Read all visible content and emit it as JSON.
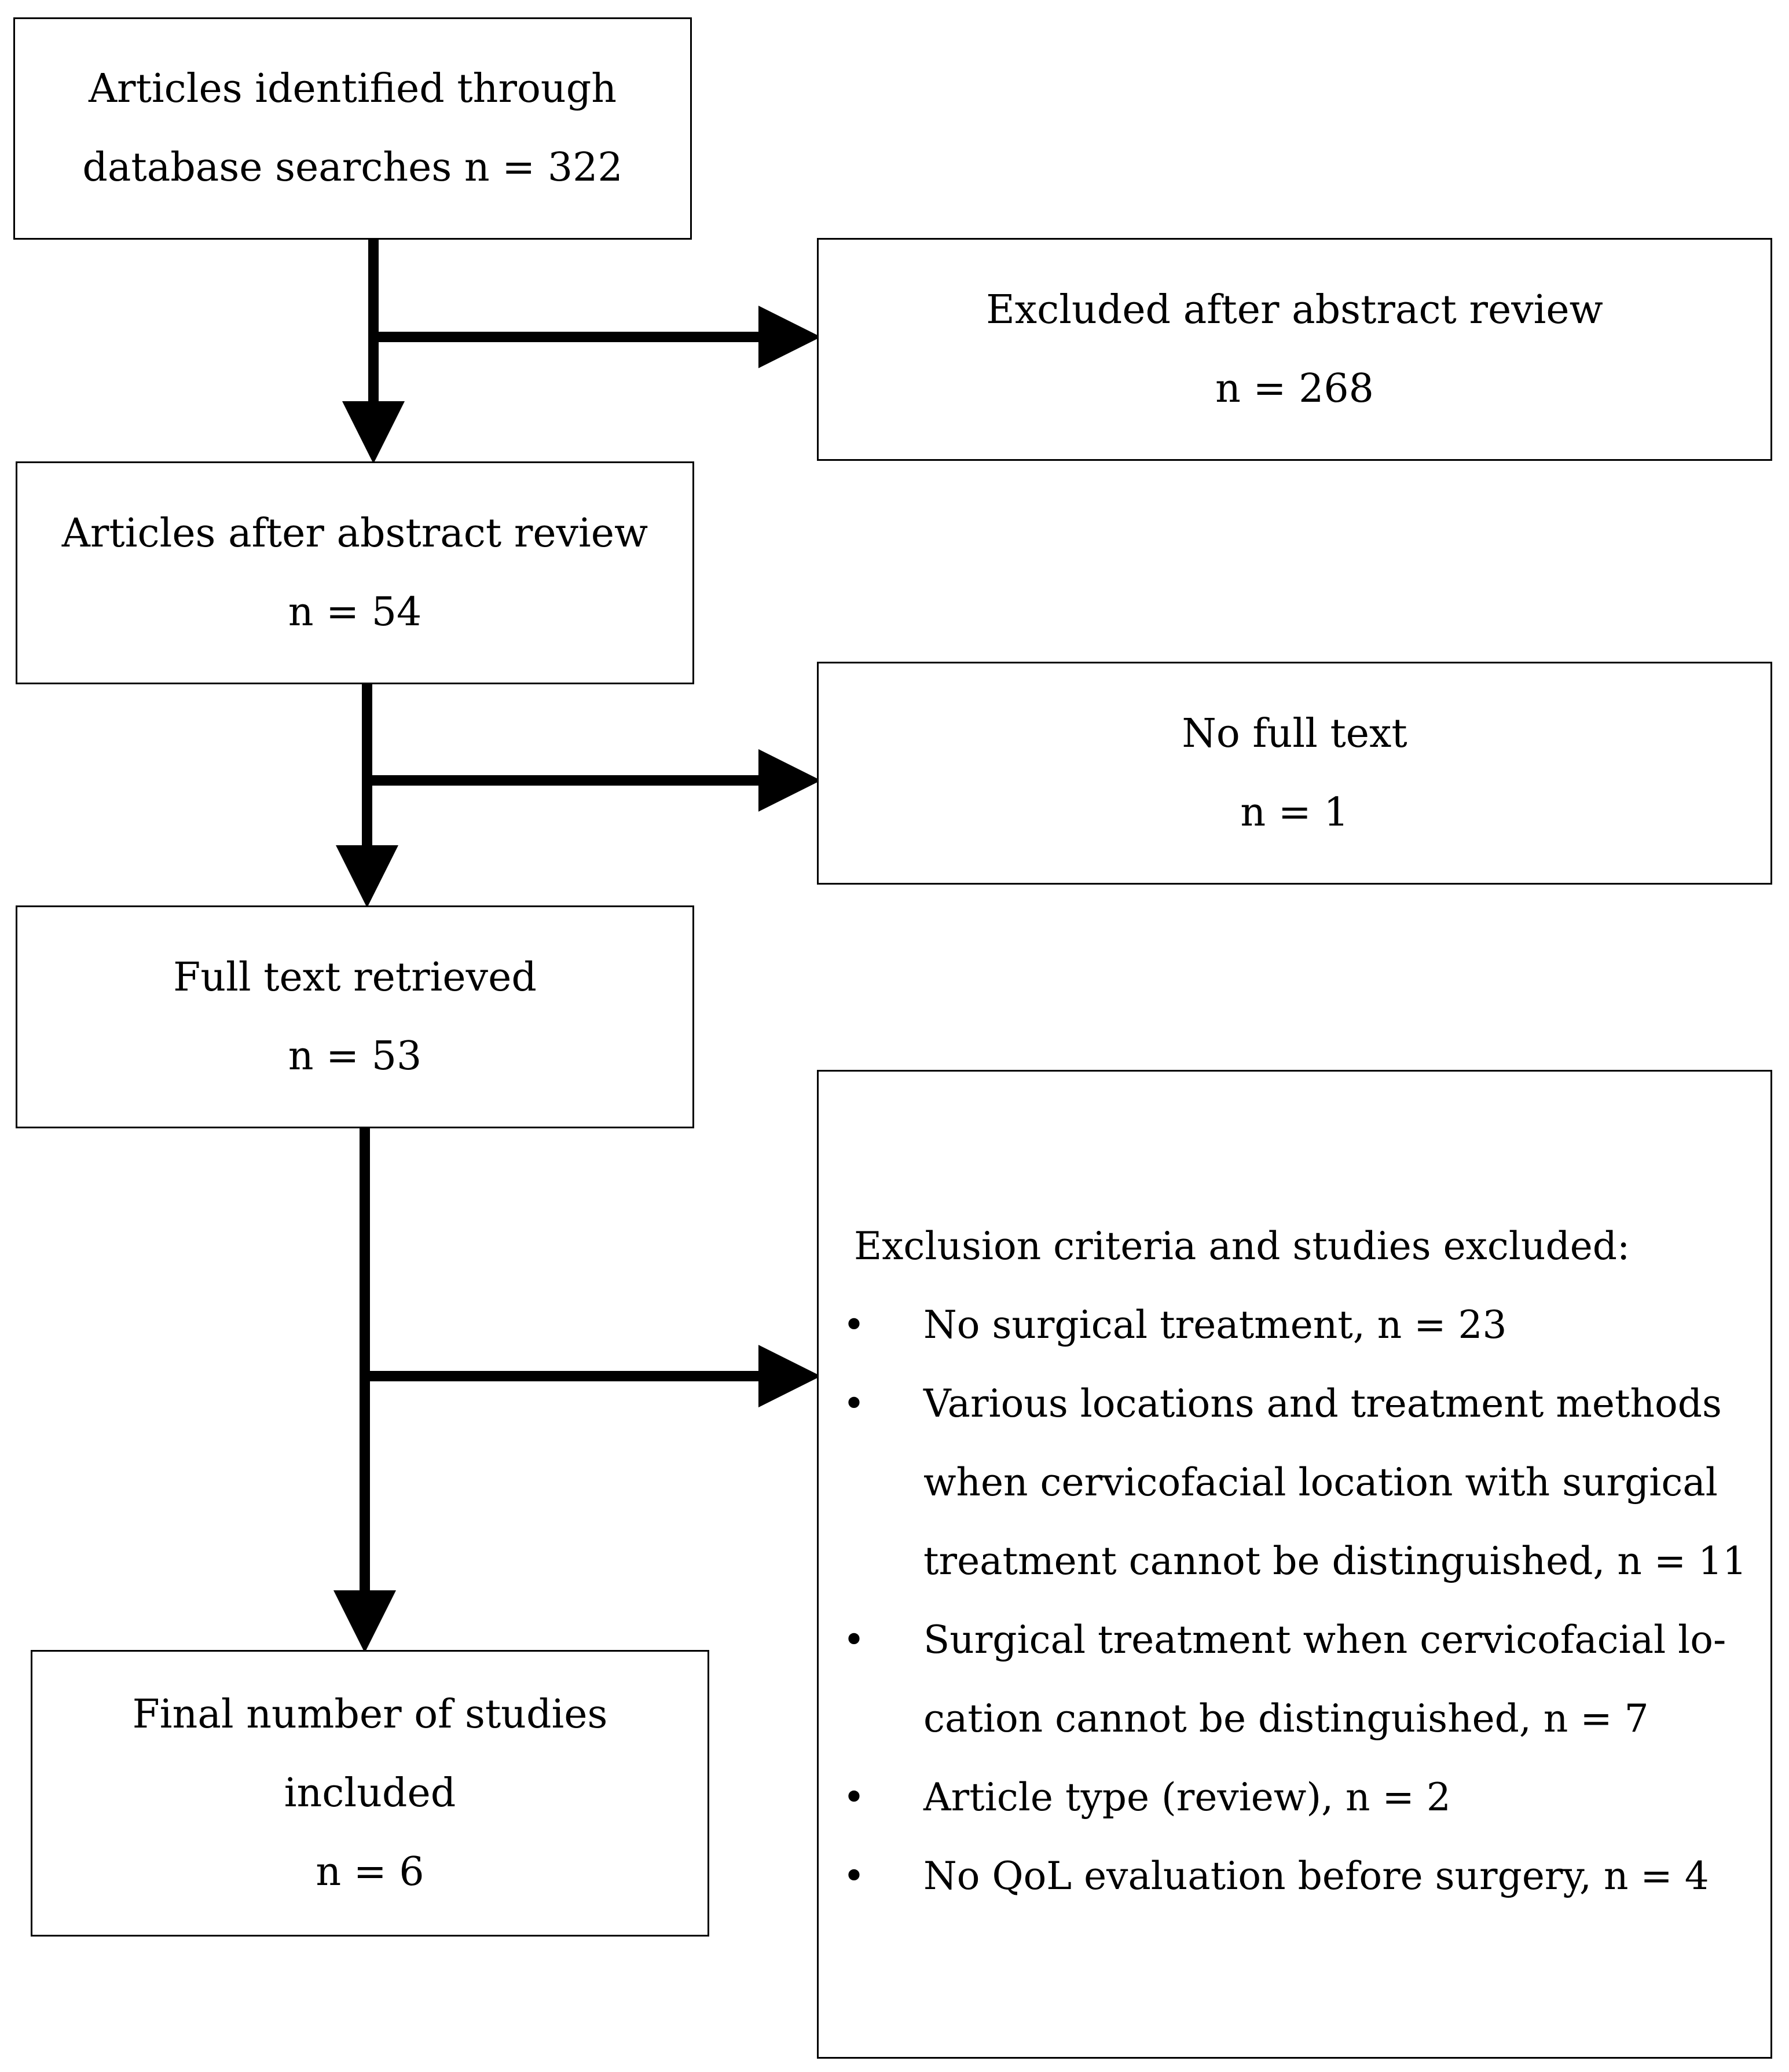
{
  "boxes": {
    "identified": {
      "lines": [
        "Articles identified through",
        "database searches n = 322"
      ]
    },
    "excluded_abstract": {
      "lines": [
        "Excluded after abstract review",
        "n = 268"
      ]
    },
    "after_abstract": {
      "lines": [
        "Articles after abstract review",
        "n = 54"
      ]
    },
    "no_full_text": {
      "lines": [
        "No full text",
        "n = 1"
      ]
    },
    "full_text": {
      "lines": [
        "Full text retrieved",
        "n = 53"
      ]
    },
    "final": {
      "lines": [
        "Final number of studies",
        "included",
        "n = 6"
      ]
    }
  },
  "exclusion": {
    "heading": "Exclusion criteria and studies excluded:",
    "bullet": "•",
    "items": [
      {
        "lines": [
          "No surgical treatment, n = 23"
        ]
      },
      {
        "lines": [
          "Various locations and treatment methods",
          "when cervicofacial location with surgical",
          "treatment cannot be distinguished,  n = 11"
        ]
      },
      {
        "lines": [
          "Surgical treatment when cervicofacial lo-",
          "cation cannot be distinguished,  n = 7"
        ]
      },
      {
        "lines": [
          "Article type (review), n = 2"
        ]
      },
      {
        "lines": [
          "No QoL evaluation before surgery, n = 4"
        ]
      }
    ]
  }
}
